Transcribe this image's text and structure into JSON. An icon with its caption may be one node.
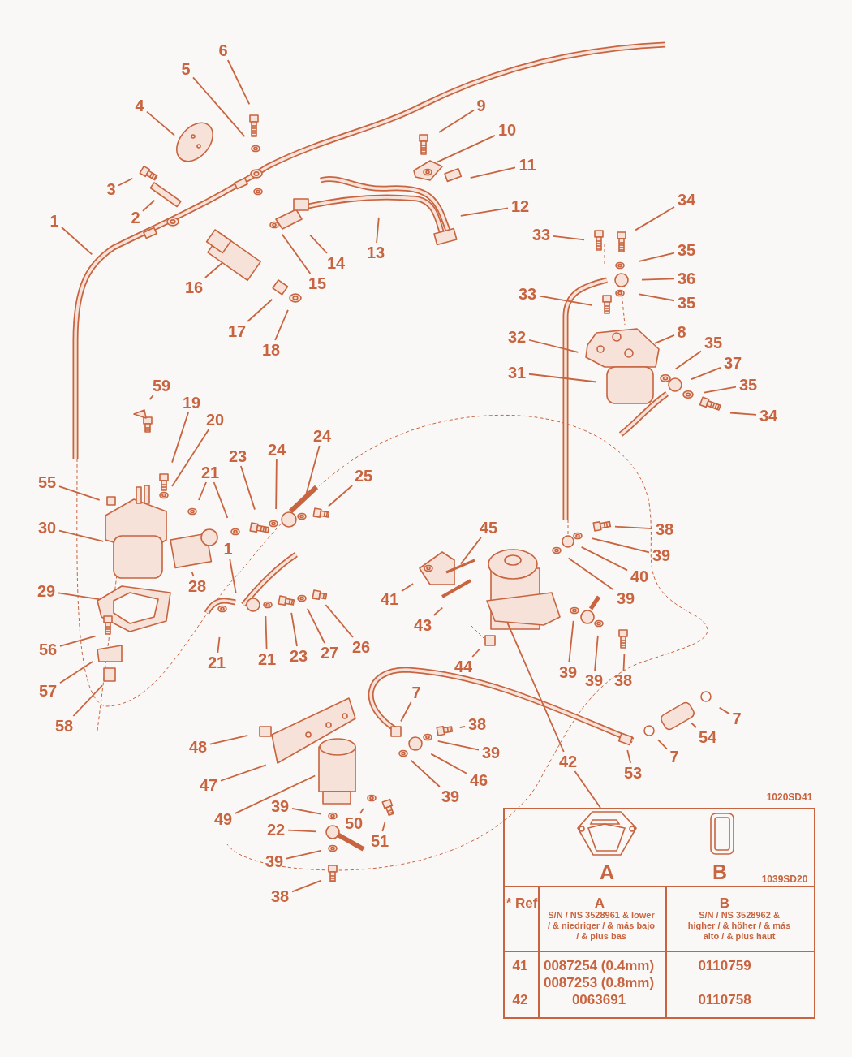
{
  "diagram": {
    "nodes": [
      {
        "text": [
          "6"
        ]
      },
      {
        "text": [
          "5"
        ]
      },
      {
        "text": [
          "4"
        ]
      },
      {
        "text": [
          "9"
        ]
      },
      {
        "text": [
          "10"
        ]
      },
      {
        "text": [
          "11"
        ]
      },
      {
        "text": [
          "3"
        ]
      },
      {
        "text": [
          "34"
        ]
      },
      {
        "text": [
          "12"
        ]
      },
      {
        "text": [
          "2"
        ]
      },
      {
        "text": [
          "1"
        ]
      },
      {
        "text": [
          "33"
        ]
      },
      {
        "text": [
          "35"
        ]
      },
      {
        "text": [
          "13"
        ]
      },
      {
        "text": [
          "14"
        ]
      },
      {
        "text": [
          "36"
        ]
      },
      {
        "text": [
          "15"
        ]
      },
      {
        "text": [
          "16"
        ]
      },
      {
        "text": [
          "33"
        ]
      },
      {
        "text": [
          "35"
        ]
      },
      {
        "text": [
          "17"
        ]
      },
      {
        "text": [
          "8"
        ]
      },
      {
        "text": [
          "32"
        ]
      },
      {
        "text": [
          "18"
        ]
      },
      {
        "text": [
          "35"
        ]
      },
      {
        "text": [
          "37"
        ]
      },
      {
        "text": [
          "31"
        ]
      },
      {
        "text": [
          "59"
        ]
      },
      {
        "text": [
          "35"
        ]
      },
      {
        "text": [
          "19"
        ]
      },
      {
        "text": [
          "34"
        ]
      },
      {
        "text": [
          "20"
        ]
      },
      {
        "text": [
          "24"
        ]
      },
      {
        "text": [
          "24"
        ]
      },
      {
        "text": [
          "23"
        ]
      },
      {
        "text": [
          "21"
        ]
      },
      {
        "text": [
          "25"
        ]
      },
      {
        "text": [
          "55"
        ]
      },
      {
        "text": [
          "45"
        ]
      },
      {
        "text": [
          "30"
        ]
      },
      {
        "text": [
          "38"
        ]
      },
      {
        "text": [
          "1"
        ]
      },
      {
        "text": [
          "39"
        ]
      },
      {
        "text": [
          "40"
        ]
      },
      {
        "text": [
          "28"
        ]
      },
      {
        "text": [
          "29"
        ]
      },
      {
        "text": [
          "39"
        ]
      },
      {
        "text": [
          "41"
        ]
      },
      {
        "text": [
          "43"
        ]
      },
      {
        "text": [
          "26"
        ]
      },
      {
        "text": [
          "56"
        ]
      },
      {
        "text": [
          "27"
        ]
      },
      {
        "text": [
          "23"
        ]
      },
      {
        "text": [
          "21"
        ]
      },
      {
        "text": [
          "21"
        ]
      },
      {
        "text": [
          "44"
        ]
      },
      {
        "text": [
          "39"
        ]
      },
      {
        "text": [
          "39"
        ]
      },
      {
        "text": [
          "38"
        ]
      },
      {
        "text": [
          "57"
        ]
      },
      {
        "text": [
          "7"
        ]
      },
      {
        "text": [
          "7"
        ]
      },
      {
        "text": [
          "58"
        ]
      },
      {
        "text": [
          "38"
        ]
      },
      {
        "text": [
          "54"
        ]
      },
      {
        "text": [
          "48"
        ]
      },
      {
        "text": [
          "39"
        ]
      },
      {
        "text": [
          "7"
        ]
      },
      {
        "text": [
          "42"
        ]
      },
      {
        "text": [
          "53"
        ]
      },
      {
        "text": [
          "46"
        ]
      },
      {
        "text": [
          "47"
        ]
      },
      {
        "text": [
          "39"
        ]
      },
      {
        "text": [
          "39"
        ]
      },
      {
        "text": [
          "49"
        ]
      },
      {
        "text": [
          "50"
        ]
      },
      {
        "text": [
          "22"
        ]
      },
      {
        "text": [
          "51"
        ]
      },
      {
        "text": [
          "39"
        ]
      },
      {
        "text": [
          "38"
        ]
      },
      {
        "text": [],
        "shape": "picture",
        "beside": [
          "A"
        ]
      },
      {
        "text": [],
        "shape": "picture",
        "beside": [
          "B"
        ]
      }
    ],
    "edges": [
      {
        "from": 0,
        "to": null,
        "arrow": "none"
      },
      {
        "from": 1,
        "to": null,
        "arrow": "none"
      },
      {
        "from": 2,
        "to": null,
        "arrow": "none"
      },
      {
        "from": 3,
        "to": null,
        "arrow": "none"
      },
      {
        "from": 4,
        "to": null,
        "arrow": "none"
      },
      {
        "from": 5,
        "to": null,
        "arrow": "none"
      },
      {
        "from": 6,
        "to": null,
        "arrow": "none"
      },
      {
        "from": 7,
        "to": null,
        "arrow": "none"
      },
      {
        "from": 8,
        "to": null,
        "arrow": "none"
      },
      {
        "from": 9,
        "to": null,
        "arrow": "none"
      },
      {
        "from": 10,
        "to": null,
        "arrow": "none"
      },
      {
        "from": 11,
        "to": null,
        "arrow": "none"
      },
      {
        "from": 12,
        "to": null,
        "arrow": "none"
      },
      {
        "from": 13,
        "to": null,
        "arrow": "none"
      },
      {
        "from": 14,
        "to": null,
        "arrow": "none"
      },
      {
        "from": 15,
        "to": null,
        "arrow": "none"
      },
      {
        "from": 16,
        "to": null,
        "arrow": "none"
      },
      {
        "from": 17,
        "to": null,
        "arrow": "none"
      },
      {
        "from": 18,
        "to": null,
        "arrow": "none"
      },
      {
        "from": 19,
        "to": null,
        "arrow": "none"
      },
      {
        "from": 20,
        "to": null,
        "arrow": "none"
      },
      {
        "from": 21,
        "to": null,
        "arrow": "none"
      },
      {
        "from": 22,
        "to": null,
        "arrow": "none"
      },
      {
        "from": 23,
        "to": null,
        "arrow": "none"
      },
      {
        "from": 24,
        "to": null,
        "arrow": "none"
      },
      {
        "from": 25,
        "to": null,
        "arrow": "none"
      },
      {
        "from": 26,
        "to": null,
        "arrow": "none"
      },
      {
        "from": 27,
        "to": null,
        "arrow": "none"
      },
      {
        "from": 28,
        "to": null,
        "arrow": "none"
      },
      {
        "from": 29,
        "to": null,
        "arrow": "none"
      },
      {
        "from": 30,
        "to": null,
        "arrow": "none"
      },
      {
        "from": 31,
        "to": null,
        "arrow": "none"
      },
      {
        "from": 32,
        "to": null,
        "arrow": "none"
      },
      {
        "from": 33,
        "to": null,
        "arrow": "none"
      },
      {
        "from": 34,
        "to": null,
        "arrow": "none"
      },
      {
        "from": 35,
        "to": null,
        "arrow": "none"
      },
      {
        "from": 35,
        "to": null,
        "arrow": "none"
      },
      {
        "from": 36,
        "to": null,
        "arrow": "none"
      },
      {
        "from": 37,
        "to": null,
        "arrow": "none"
      },
      {
        "from": 38,
        "to": null,
        "arrow": "none"
      },
      {
        "from": 39,
        "to": null,
        "arrow": "none"
      },
      {
        "from": 40,
        "to": null,
        "arrow": "none"
      },
      {
        "from": 41,
        "to": null,
        "arrow": "none"
      },
      {
        "from": 42,
        "to": null,
        "arrow": "none"
      },
      {
        "from": 43,
        "to": null,
        "arrow": "none"
      },
      {
        "from": 44,
        "to": null,
        "arrow": "none"
      },
      {
        "from": 45,
        "to": null,
        "arrow": "none"
      },
      {
        "from": 46,
        "to": null,
        "arrow": "none"
      },
      {
        "from": 47,
        "to": null,
        "arrow": "none"
      },
      {
        "from": 48,
        "to": null,
        "arrow": "none"
      },
      {
        "from": 49,
        "to": null,
        "arrow": "none"
      },
      {
        "from": 50,
        "to": null,
        "arrow": "none"
      },
      {
        "from": 51,
        "to": null,
        "arrow": "none"
      },
      {
        "from": 52,
        "to": null,
        "arrow": "none"
      },
      {
        "from": 53,
        "to": null,
        "arrow": "none"
      },
      {
        "from": 54,
        "to": null,
        "arrow": "none"
      },
      {
        "from": 55,
        "to": null,
        "arrow": "none"
      },
      {
        "from": 56,
        "to": null,
        "arrow": "none"
      },
      {
        "from": 57,
        "to": null,
        "arrow": "none"
      },
      {
        "from": 58,
        "to": null,
        "arrow": "none"
      },
      {
        "from": 59,
        "to": null,
        "arrow": "none"
      },
      {
        "from": 60,
        "to": null,
        "arrow": "none"
      },
      {
        "from": 61,
        "to": null,
        "arrow": "none"
      },
      {
        "from": 62,
        "to": null,
        "arrow": "none"
      },
      {
        "from": 63,
        "to": null,
        "arrow": "none"
      },
      {
        "from": 64,
        "to": null,
        "arrow": "none"
      },
      {
        "from": 65,
        "to": null,
        "arrow": "none"
      },
      {
        "from": 66,
        "to": null,
        "arrow": "none"
      },
      {
        "from": 67,
        "to": null,
        "arrow": "none"
      },
      {
        "from": 68,
        "to": null,
        "arrow": "none"
      },
      {
        "from": 68,
        "to": 80,
        "arrow": "none"
      },
      {
        "from": 69,
        "to": null,
        "arrow": "none"
      },
      {
        "from": 70,
        "to": null,
        "arrow": "none"
      },
      {
        "from": 71,
        "to": null,
        "arrow": "none"
      },
      {
        "from": 72,
        "to": null,
        "arrow": "none"
      },
      {
        "from": 73,
        "to": null,
        "arrow": "none"
      },
      {
        "from": 74,
        "to": null,
        "arrow": "none"
      },
      {
        "from": 75,
        "to": null,
        "arrow": "none"
      },
      {
        "from": 76,
        "to": null,
        "arrow": "none"
      },
      {
        "from": 77,
        "to": null,
        "arrow": "none"
      },
      {
        "from": 78,
        "to": null,
        "arrow": "none"
      },
      {
        "from": 79,
        "to": null,
        "arrow": "none"
      }
    ],
    "labels": [
      "1020SD41",
      "1039SD20",
      "* Ref",
      "A",
      "S/N / NS 3528961 & lower / & niedriger / & más bajo / & plus bas",
      "B",
      "S/N / NS 3528962 & higher / & höher / & más alto / & plus haut",
      "41",
      "0087254 (0.4mm)",
      "0110759",
      "0087253 (0.8mm)",
      "42",
      "0063691",
      "0110758"
    ]
  }
}
